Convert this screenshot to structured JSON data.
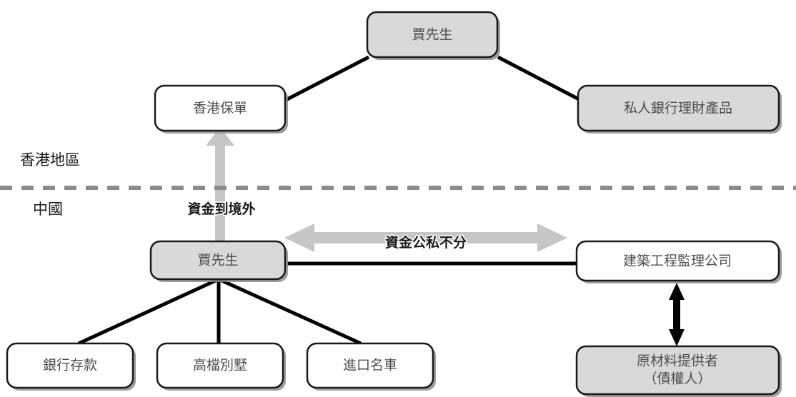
{
  "diagram": {
    "title_region_top": "香港地區",
    "title_region_bottom": "中國",
    "nodes": {
      "mr_jia_hk": {
        "label": "賈先生",
        "fill": "#d9d9d9"
      },
      "hk_policy": {
        "label": "香港保單",
        "fill": "#ffffff"
      },
      "private_bank_product": {
        "label": "私人銀行理財產品",
        "fill": "#d9d9d9"
      },
      "mr_jia_cn": {
        "label": "賈先生",
        "fill": "#d9d9d9"
      },
      "supervision_company": {
        "label": "建築工程監理公司",
        "fill": "#ffffff"
      },
      "bank_deposit": {
        "label": "銀行存款",
        "fill": "#ffffff"
      },
      "luxury_villa": {
        "label": "高檔別墅",
        "fill": "#ffffff"
      },
      "imported_car": {
        "label": "進口名車",
        "fill": "#ffffff"
      },
      "raw_material_supplier_line1": {
        "label": "原材料提供者",
        "fill": "#d9d9d9"
      },
      "raw_material_supplier_line2": {
        "label": "（債權人）",
        "fill": "#d9d9d9"
      }
    },
    "edges": {
      "funds_offshore": "資金到境外",
      "funds_mixed": "資金公私不分"
    },
    "colors": {
      "node_gray_fill": "#d9d9d9",
      "node_white_fill": "#ffffff",
      "node_border": "#1a1a1a",
      "label_text": "#4d4d4d",
      "region_text": "#1a1a1a",
      "gray_arrow": "#c6c6c6",
      "divider": "#8c8c8c"
    }
  }
}
